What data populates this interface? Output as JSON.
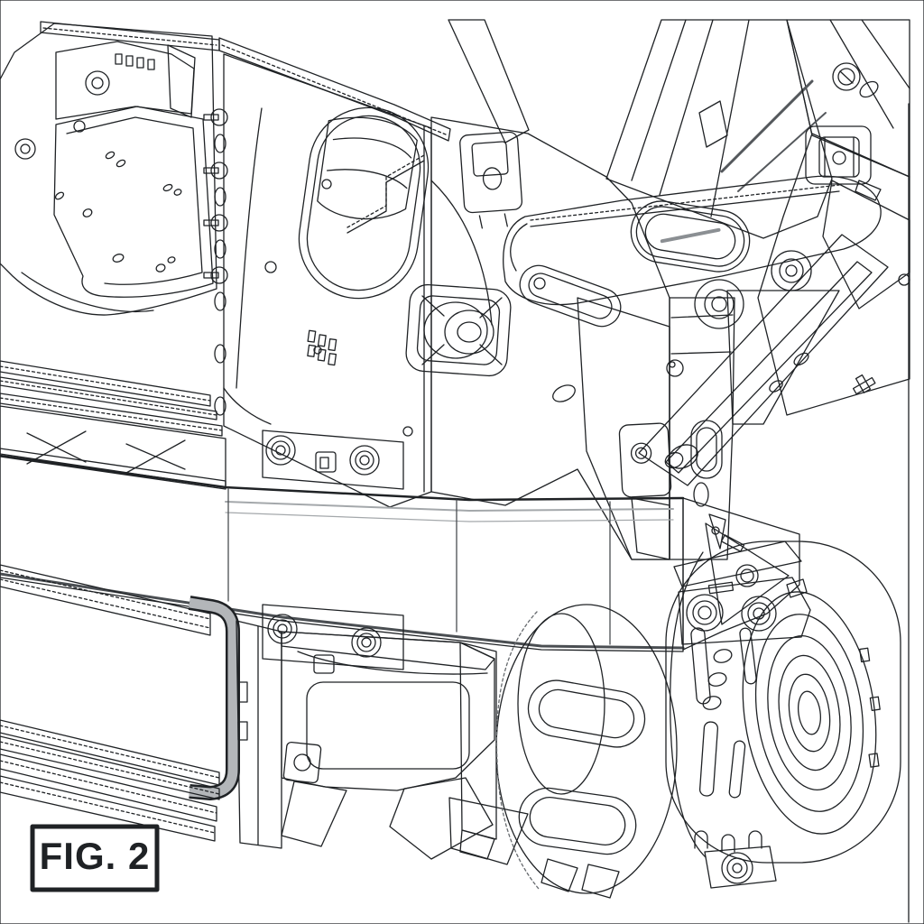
{
  "figure": {
    "label": "FIG. 2",
    "alt": "CAD line illustration of a vehicle front-end frame: radiator support pillar with oval opening, diagonal frame rails, brace arm with slot, horizontal bumper beam, lower grille frame rails, mounting brackets and a clamped cylindrical canister at lower right"
  },
  "palette": {
    "wt": "#ffffff",
    "l1": "#e4e6e7",
    "l2": "#d7d9db",
    "l3": "#c6c9cc",
    "l4": "#b3b6b9",
    "m1": "#a4a8ab",
    "m2": "#96999d",
    "m3": "#85898c",
    "d1": "#73767a",
    "d2": "#5f6367",
    "d3": "#4a4e52",
    "d4": "#3a3e42",
    "ink": "#1f2225",
    "edge": "#cfd2d4"
  },
  "parts": [
    "engine-bay-assembly",
    "side-rails-left",
    "radiator-support-pillar",
    "pillar-oval-opening",
    "fastener-column",
    "center-panel",
    "tow-hook-boss",
    "frame-rail-left",
    "frame-rail-right",
    "upper-brace-arm",
    "arm-slot",
    "diagonal-strut",
    "washer-bosses",
    "frame-horn",
    "bumper-beam",
    "beam-mounting-plates",
    "beam-end-bracket",
    "lower-grille-frame",
    "lower-bracket-assembly",
    "canister-dome",
    "clamp-band",
    "clamp-top-flange",
    "clamp-bottom-flange",
    "collar-rings",
    "figure-label"
  ]
}
